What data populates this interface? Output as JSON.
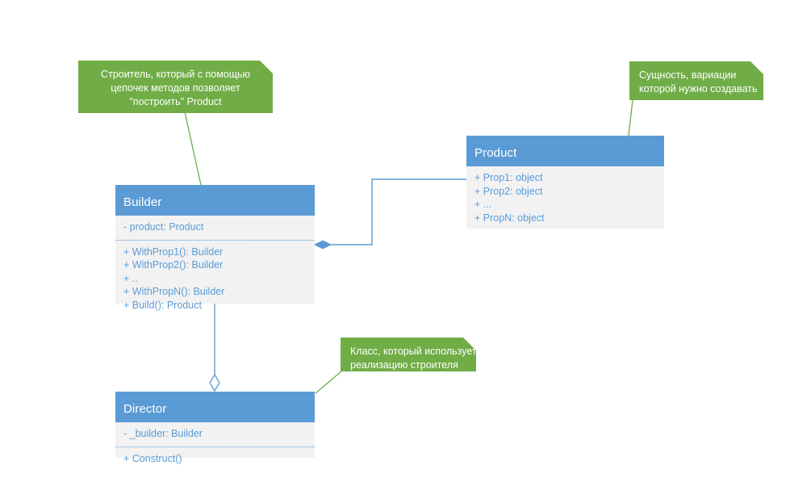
{
  "diagram": {
    "title": "Builder pattern UML class diagram",
    "colors": {
      "class_header": "#5b9bd5",
      "class_body": "#f2f2f2",
      "member_text": "#5b9bd5",
      "note_fill": "#70ad47",
      "note_text": "#ffffff",
      "edge": "#5b9bd5",
      "note_leader": "#70ad47",
      "background": "#ffffff"
    },
    "classes": [
      {
        "id": "builder",
        "name": "Builder",
        "compartments": [
          {
            "members": [
              "- product: Product"
            ]
          },
          {
            "members": [
              "+ WithProp1(): Builder",
              "+ WithProp2(): Builder",
              "+ ..",
              "+ WithPropN(): Builder",
              "+ Build(): Product"
            ]
          }
        ]
      },
      {
        "id": "product",
        "name": "Product",
        "compartments": [
          {
            "members": [
              "+ Prop1: object",
              "+ Prop2: object",
              "+ ...",
              "+ PropN: object"
            ]
          }
        ]
      },
      {
        "id": "director",
        "name": "Director",
        "compartments": [
          {
            "members": [
              "- _builder: Builder"
            ]
          },
          {
            "members": [
              "+ Construct()"
            ]
          }
        ]
      }
    ],
    "notes": [
      {
        "id": "note-builder",
        "align": "center",
        "lines": [
          "Строитель, который с помощью",
          "цепочек методов позволяет",
          "\"построить\" Product"
        ]
      },
      {
        "id": "note-product",
        "align": "left",
        "lines": [
          "Сущность, вариации",
          "которой нужно создавать"
        ]
      },
      {
        "id": "note-director",
        "align": "left",
        "lines": [
          "Класс, который использует",
          "реализацию строителя"
        ]
      }
    ],
    "relations": [
      {
        "id": "builder-product",
        "type": "composition",
        "from": "builder",
        "to": "product"
      },
      {
        "id": "director-builder",
        "type": "aggregation",
        "from": "director",
        "to": "builder"
      }
    ]
  }
}
